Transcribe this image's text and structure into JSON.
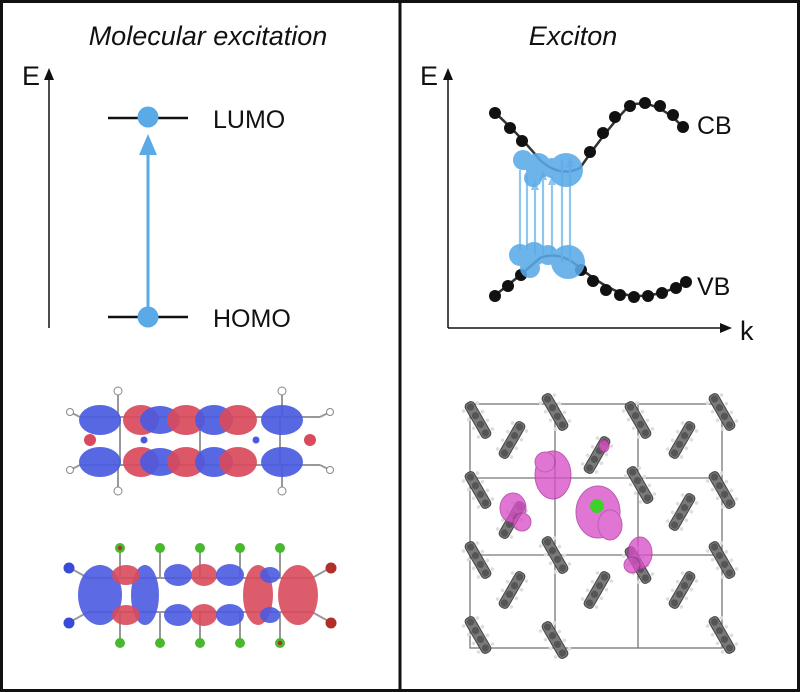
{
  "left_panel": {
    "title": "Molecular excitation",
    "energy_axis_label": "E",
    "upper_level_label": "LUMO",
    "lower_level_label": "HOMO"
  },
  "right_panel": {
    "title": "Exciton",
    "energy_axis_label": "E",
    "momentum_axis_label": "k",
    "upper_band_label": "CB",
    "lower_band_label": "VB"
  },
  "colors": {
    "frame": "#111111",
    "electron": "#5aaae8",
    "orbital_positive": "#d94a5c",
    "orbital_negative": "#4a5ae0",
    "exciton_density": "#d84fc8",
    "hole_marker": "#3ed12b",
    "band_point": "#111111",
    "carbon": "#888888",
    "substituent": "#4ab82e",
    "terminal_atom": "#b03028"
  }
}
